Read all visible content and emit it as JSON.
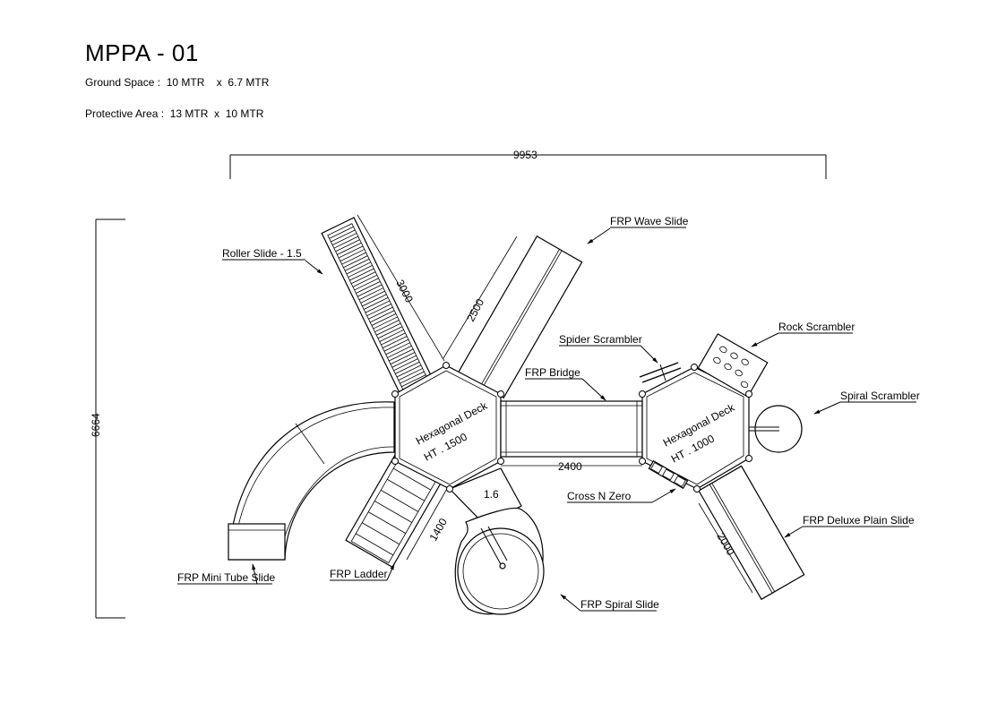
{
  "title": "MPPA - 01",
  "ground_space": "Ground Space :  10 MTR    x  6.7 MTR",
  "protective_area": "Protective Area :  13 MTR  x  10 MTR",
  "dimensions": {
    "overall_width": "9953",
    "overall_height": "6664",
    "roller_length": "3000",
    "wave_length": "2500",
    "bridge_length": "2400",
    "ladder_length": "1400",
    "deluxe_length": "2000",
    "spiral_height": "1.6"
  },
  "decks": {
    "left": {
      "name": "Hexagonal Deck",
      "height": "HT . 1500"
    },
    "right": {
      "name": "Hexagonal Deck",
      "height": "HT . 1000"
    }
  },
  "labels": {
    "roller_slide": "Roller  Slide -  1.5",
    "wave_slide": "FRP Wave Slide",
    "spider_scrambler": "Spider Scrambler",
    "frp_bridge": "FRP Bridge",
    "rock_scrambler": "Rock Scrambler",
    "spiral_scrambler": "Spiral Scrambler",
    "cross_n_zero": "Cross N Zero",
    "deluxe_plain_slide": "FRP Deluxe Plain Slide",
    "mini_tube_slide": "FRP Mini  Tube Slide",
    "frp_ladder": "FRP Ladder",
    "spiral_slide": "FRP Spiral Slide"
  }
}
